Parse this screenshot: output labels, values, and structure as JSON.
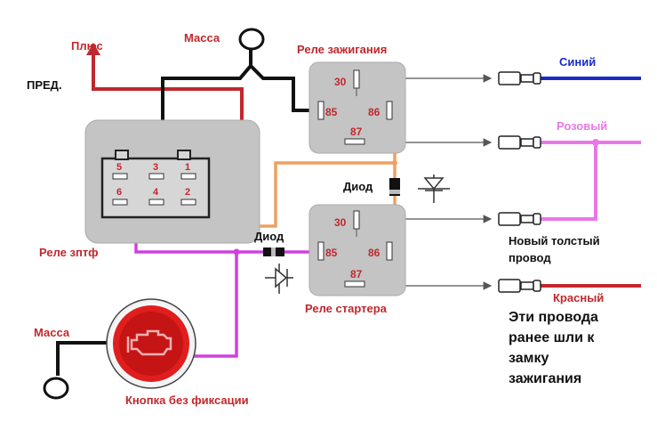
{
  "labels": {
    "plus": "Плюс",
    "pred": "ПРЕД.",
    "mass_top": "Масса",
    "ignition_relay": "Реле зажигания",
    "diode_mid": "Диод",
    "diode_left": "Диод",
    "eptf_relay": "Реле зптф",
    "starter_relay": "Реле стартера",
    "mass_bottom": "Масса",
    "button": "Кнопка без фиксации",
    "blue": "Синий",
    "pink": "Розовый",
    "new_wire": "Новый толстый\nпровод",
    "red_wire": "Красный",
    "note": "Эти провода\nранее шли к\nзамку\nзажигания"
  },
  "ignition_pins": {
    "p30": "30",
    "p85": "85",
    "p86": "86",
    "p87": "87"
  },
  "starter_pins": {
    "p30": "30",
    "p85": "85",
    "p86": "86",
    "p87": "87"
  },
  "eptf_pins": {
    "p1": "1",
    "p2": "2",
    "p3": "3",
    "p4": "4",
    "p5": "5",
    "p6": "6"
  },
  "colors": {
    "red_wire": "#c0282d",
    "black_wire": "#111111",
    "orange_wire": "#f0a060",
    "violet_wire": "#d040e0",
    "blue_wire": "#1a2bc8",
    "pink_wire": "#e878e8",
    "relay_body": "#c4c4c4",
    "button": "#e01e1e"
  }
}
